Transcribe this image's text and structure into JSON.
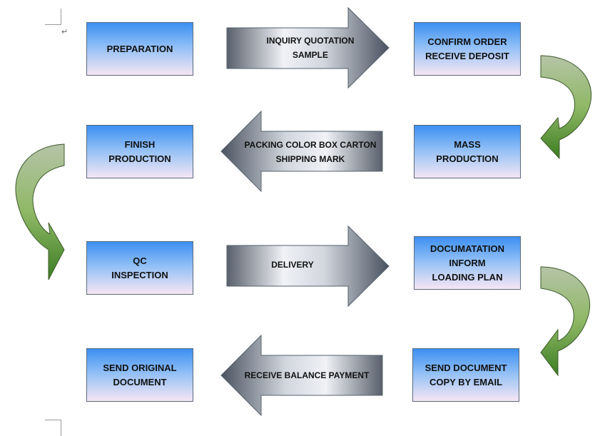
{
  "colors": {
    "box_top": "#3c8ff2",
    "box_bottom": "#f6e6f4",
    "arrow_metal_light": "#f0f2f6",
    "arrow_metal_dark": "#4a5260",
    "curve_arrow_light": "#b6c4a8",
    "curve_arrow_dark": "#3b7d22"
  },
  "paragraph_mark": "↵",
  "boxes": {
    "preparation": "PREPARATION",
    "confirm_order": "CONFIRM    ORDER\nRECEIVE DEPOSIT",
    "mass_production": "MASS\nPRODUCTION",
    "finish_production": "FINISH\nPRODUCTION",
    "qc_inspection": "QC\nINSPECTION",
    "documentation": "DOCUMATATION\nINFORM\nLOADING PLAN",
    "send_document": "SEND    DOCUMENT\nCOPY BY EMAIL",
    "send_original": "SEND    ORIGINAL\nDOCUMENT"
  },
  "arrows": {
    "inquiry": "INQUIRY       QUOTATION\nSAMPLE",
    "packing": "PACKING  COLOR  BOX  CARTON\nSHIPPING MARK",
    "delivery": "DELIVERY",
    "receive_balance": "RECEIVE BALANCE PAYMENT"
  },
  "curve_arrow_icon": "curved-down-arrow-icon"
}
